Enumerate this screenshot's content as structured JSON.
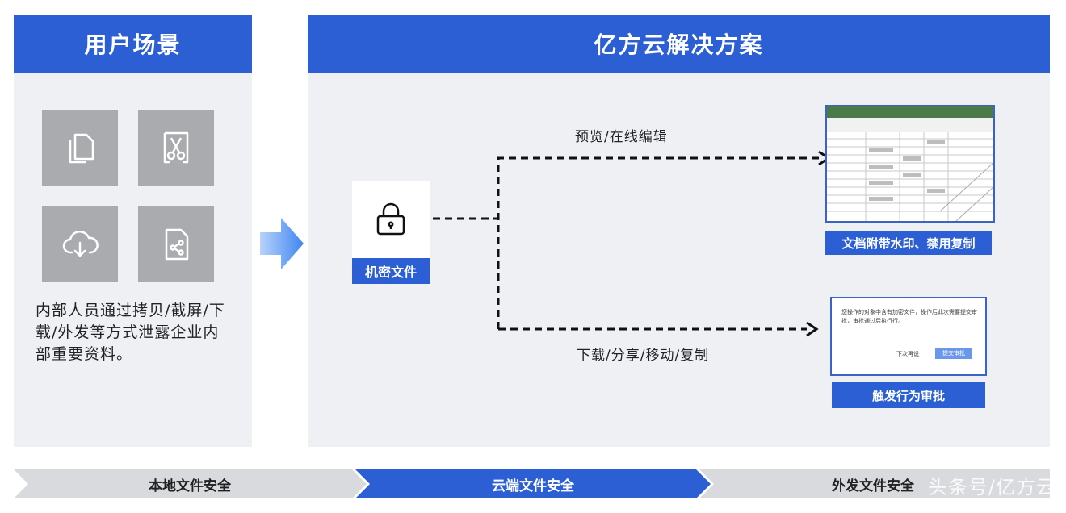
{
  "left": {
    "title": "用户场景",
    "description": "内部人员通过拷贝/截屏/下载/外发等方式泄露企业内部重要资料。",
    "tiles": [
      "copy-icon",
      "scissors-icon",
      "cloud-download-icon",
      "file-share-icon"
    ]
  },
  "right": {
    "title": "亿方云解决方案",
    "source_label": "机密文件",
    "top_branch_label": "预览/在线编辑",
    "bottom_branch_label": "下载/分享/移动/复制",
    "top_result_label": "文档附带水印、禁用复制",
    "bottom_result_label": "触发行为审批",
    "dialog": {
      "text": "您操作的对象中含有加密文件，操作后此次需要提交审批，审批通过后执行行。",
      "secondary": "下次再说",
      "primary": "提交审批"
    }
  },
  "flow": [
    "本地文件安全",
    "云端文件安全",
    "外发文件安全"
  ],
  "watermark": "头条号/亿方云",
  "colors": {
    "accent": "#2c5fd4",
    "panel": "#eef0f4",
    "tile": "#a9abae",
    "ribbon_gray": "#d9dadd"
  }
}
